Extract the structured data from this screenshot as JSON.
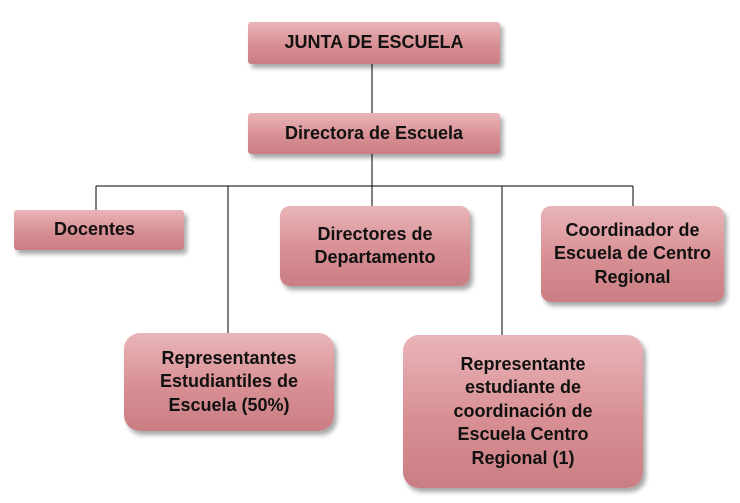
{
  "org_chart": {
    "root": "JUNTA DE ESCUELA",
    "director": "Directora de Escuela",
    "docentes": "Docentes",
    "directores_departamento": "Directores de Departamento",
    "coordinador": "Coordinador de Escuela de Centro Regional",
    "representantes_estudiantiles": "Representantes Estudiantiles de Escuela (50%)",
    "representante_estudiante": "Representante estudiante de coordinación de Escuela Centro Regional (1)"
  },
  "colors": {
    "box_fill": "#d88f93",
    "connector": "#000000",
    "text": "#111111"
  }
}
